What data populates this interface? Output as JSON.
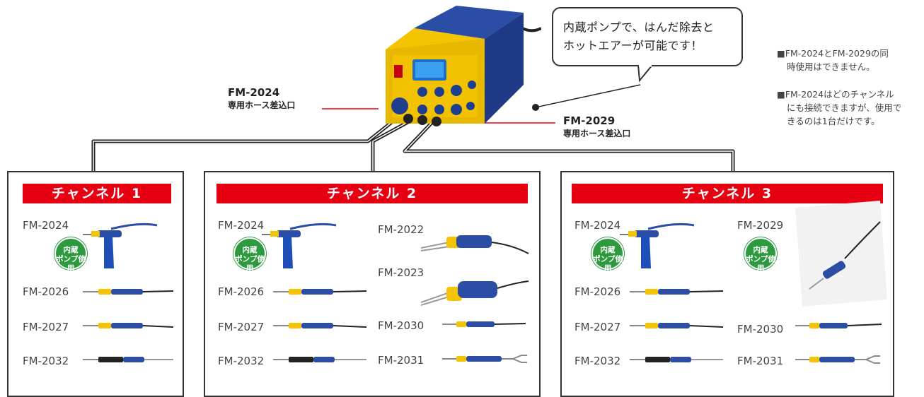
{
  "station": {
    "callout_line1": "内蔵ポンプで、はんだ除去と",
    "callout_line2": "ホットエアーが可能です！"
  },
  "left_label": {
    "model": "FM-2024",
    "sub": "専用ホース差込口"
  },
  "right_label": {
    "model": "FM-2029",
    "sub": "専用ホース差込口"
  },
  "notes": [
    {
      "line1": "■FM-2024とFM-2029の同",
      "line2": "時使用はできません。"
    },
    {
      "line1": "■FM-2024はどのチャンネル",
      "line2": "にも接続できますが、使用で",
      "line3": "きるのは1台だけです。"
    }
  ],
  "badge": {
    "line1": "内蔵",
    "line2": "ポンプ使用"
  },
  "channels": [
    {
      "title": "チャンネル 1",
      "models": [
        "FM-2024",
        "FM-2026",
        "FM-2027",
        "FM-2032"
      ]
    },
    {
      "title": "チャンネル 2",
      "models": [
        "FM-2024",
        "FM-2026",
        "FM-2027",
        "FM-2032"
      ],
      "models_right": [
        "FM-2022",
        "FM-2023",
        "FM-2030",
        "FM-2031"
      ]
    },
    {
      "title": "チャンネル 3",
      "models": [
        "FM-2024",
        "FM-2026",
        "FM-2027",
        "FM-2032"
      ],
      "models_right": [
        "FM-2029",
        "FM-2030",
        "FM-2031"
      ]
    }
  ],
  "colors": {
    "banner_red": "#e60012",
    "badge_green": "#2e9a3f",
    "station_blue": "#1e3f8f",
    "station_yellow": "#f5c400",
    "label_line_red": "#e60012"
  }
}
